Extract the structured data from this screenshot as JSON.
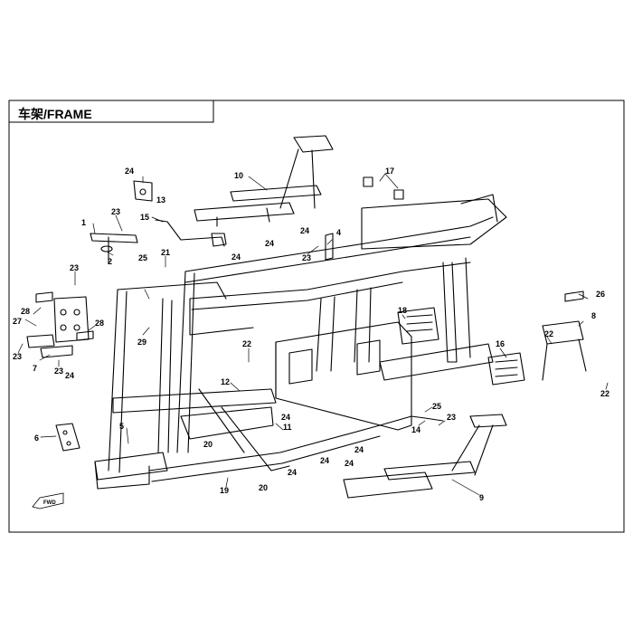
{
  "title": "车架/FRAME",
  "fwd_label": "FWD",
  "callouts": [
    {
      "id": "c1",
      "text": "1"
    },
    {
      "id": "c2",
      "text": "2"
    },
    {
      "id": "c4",
      "text": "4"
    },
    {
      "id": "c5",
      "text": "5"
    },
    {
      "id": "c6",
      "text": "6"
    },
    {
      "id": "c7",
      "text": "7"
    },
    {
      "id": "c8",
      "text": "8"
    },
    {
      "id": "c9",
      "text": "9"
    },
    {
      "id": "c10",
      "text": "10"
    },
    {
      "id": "c11",
      "text": "11"
    },
    {
      "id": "c12",
      "text": "12"
    },
    {
      "id": "c13",
      "text": "13"
    },
    {
      "id": "c14",
      "text": "14"
    },
    {
      "id": "c15",
      "text": "15"
    },
    {
      "id": "c16",
      "text": "16"
    },
    {
      "id": "c17",
      "text": "17"
    },
    {
      "id": "c18",
      "text": "18"
    },
    {
      "id": "c19",
      "text": "19"
    },
    {
      "id": "c20a",
      "text": "20"
    },
    {
      "id": "c20b",
      "text": "20"
    },
    {
      "id": "c21",
      "text": "21"
    },
    {
      "id": "c22a",
      "text": "22"
    },
    {
      "id": "c22b",
      "text": "22"
    },
    {
      "id": "c22c",
      "text": "22"
    },
    {
      "id": "c23a",
      "text": "23"
    },
    {
      "id": "c23b",
      "text": "23"
    },
    {
      "id": "c23c",
      "text": "23"
    },
    {
      "id": "c23d",
      "text": "23"
    },
    {
      "id": "c23e",
      "text": "23"
    },
    {
      "id": "c23f",
      "text": "23"
    },
    {
      "id": "c24a",
      "text": "24"
    },
    {
      "id": "c24b",
      "text": "24"
    },
    {
      "id": "c24c",
      "text": "24"
    },
    {
      "id": "c24d",
      "text": "24"
    },
    {
      "id": "c24e",
      "text": "24"
    },
    {
      "id": "c24f",
      "text": "24"
    },
    {
      "id": "c24g",
      "text": "24"
    },
    {
      "id": "c24h",
      "text": "24"
    },
    {
      "id": "c24i",
      "text": "24"
    },
    {
      "id": "c24j",
      "text": "24"
    },
    {
      "id": "c25a",
      "text": "25"
    },
    {
      "id": "c25b",
      "text": "25"
    },
    {
      "id": "c26",
      "text": "26"
    },
    {
      "id": "c27",
      "text": "27"
    },
    {
      "id": "c28a",
      "text": "28"
    },
    {
      "id": "c28b",
      "text": "28"
    },
    {
      "id": "c29",
      "text": "29"
    }
  ]
}
